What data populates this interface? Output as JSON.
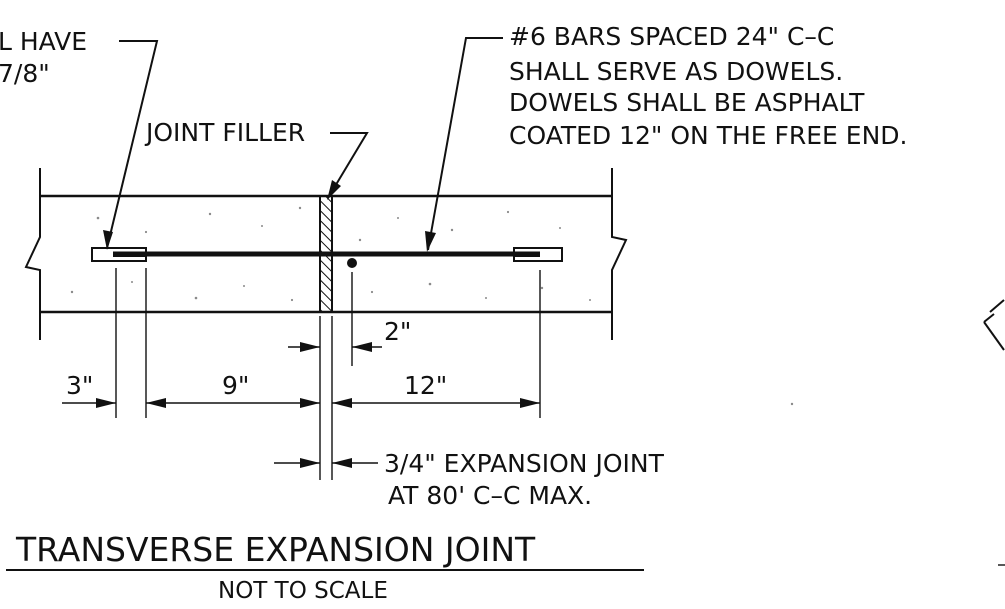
{
  "notes": {
    "dowel_cap_line1": "L HAVE",
    "dowel_cap_line2": "7/8\"",
    "joint_filler": "JOINT FILLER",
    "bars_line1": "#6 BARS SPACED 24\" C–C",
    "bars_line2": "SHALL SERVE AS DOWELS.",
    "bars_line3": "DOWELS SHALL BE ASPHALT",
    "bars_line4": "COATED 12\" ON THE FREE END.",
    "expansion_line1": "3/4\" EXPANSION JOINT",
    "expansion_line2": "AT 80' C–C MAX."
  },
  "dimensions": {
    "dim_3": "3\"",
    "dim_9": "9\"",
    "dim_12": "12\"",
    "dim_2": "2\""
  },
  "title": {
    "main": "TRANSVERSE EXPANSION JOINT",
    "scale": "NOT TO SCALE"
  }
}
